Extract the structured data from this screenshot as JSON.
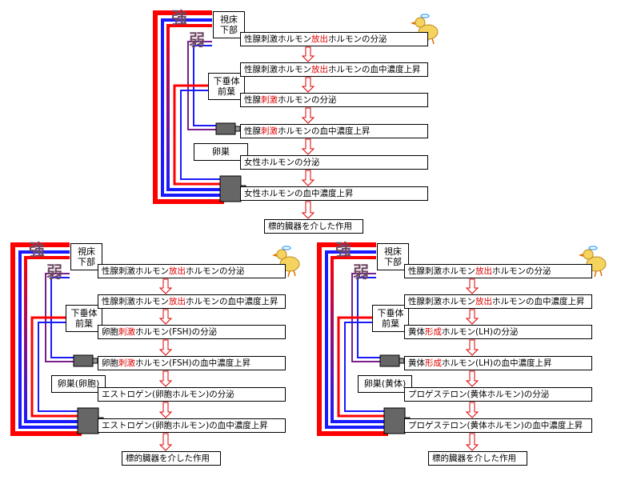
{
  "panels": [
    {
      "id": "top",
      "strong": "強",
      "weak": "弱",
      "hypothalamus": [
        "視床",
        "下部"
      ],
      "pituitary": [
        "下垂体",
        "前葉"
      ],
      "ovary": "卵巣",
      "steps": [
        {
          "pre": "性腺刺激ホルモン",
          "hl": "放出",
          "post": "ホルモンの分泌"
        },
        {
          "pre": "性腺刺激ホルモン",
          "hl": "放出",
          "post": "ホルモンの血中濃度上昇"
        },
        {
          "pre": "性腺",
          "hl": "刺激",
          "post": "ホルモンの分泌"
        },
        {
          "pre": "性腺",
          "hl": "刺激",
          "post": "ホルモンの血中濃度上昇"
        },
        {
          "pre": "女性ホルモンの分泌",
          "hl": "",
          "post": ""
        },
        {
          "pre": "女性ホルモンの血中濃度上昇",
          "hl": "",
          "post": ""
        }
      ],
      "final": "標的臓器を介した作用"
    },
    {
      "id": "bottom-left",
      "strong": "強",
      "weak": "弱",
      "hypothalamus": [
        "視床",
        "下部"
      ],
      "pituitary": [
        "下垂体",
        "前葉"
      ],
      "ovary": "卵巣(卵胞)",
      "steps": [
        {
          "pre": "性腺刺激ホルモン",
          "hl": "放出",
          "post": "ホルモンの分泌"
        },
        {
          "pre": "性腺刺激ホルモン",
          "hl": "放出",
          "post": "ホルモンの血中濃度上昇"
        },
        {
          "pre": "卵胞",
          "hl": "刺激",
          "post": "ホルモン(FSH)の分泌"
        },
        {
          "pre": "卵胞",
          "hl": "刺激",
          "post": "ホルモン(FSH)の血中濃度上昇"
        },
        {
          "pre": "エストロゲン(卵胞ホルモン)の分泌",
          "hl": "",
          "post": ""
        },
        {
          "pre": "エストロゲン(卵胞ホルモン)の血中濃度上昇",
          "hl": "",
          "post": ""
        }
      ],
      "final": "標的臓器を介した作用"
    },
    {
      "id": "bottom-right",
      "strong": "強",
      "weak": "弱",
      "hypothalamus": [
        "視床",
        "下部"
      ],
      "pituitary": [
        "下垂体",
        "前葉"
      ],
      "ovary": "卵巣(黄体)",
      "steps": [
        {
          "pre": "性腺刺激ホルモン",
          "hl": "放出",
          "post": "ホルモンの分泌"
        },
        {
          "pre": "性腺刺激ホルモン",
          "hl": "放出",
          "post": "ホルモンの血中濃度上昇"
        },
        {
          "pre": "黄体",
          "hl": "形成",
          "post": "ホルモン(LH)の分泌"
        },
        {
          "pre": "黄体",
          "hl": "形成",
          "post": "ホルモン(LH)の血中濃度上昇"
        },
        {
          "pre": "プロゲステロン(黄体ホルモン)の分泌",
          "hl": "",
          "post": ""
        },
        {
          "pre": "プロゲステロン(黄体ホルモン)の血中濃度上昇",
          "hl": "",
          "post": ""
        }
      ],
      "final": "標的臓器を介した作用"
    }
  ],
  "colors": {
    "red_loop": "#ff0000",
    "blue_loop": "#1a1aff",
    "purple_loop": "#7a1f8a",
    "arrow_outline": "#e00000",
    "highlight_text": "#e00000",
    "chick_body": "#f4d35e"
  },
  "icons": [
    "chick-icon",
    "receptor-icon",
    "arrow-down-icon"
  ]
}
